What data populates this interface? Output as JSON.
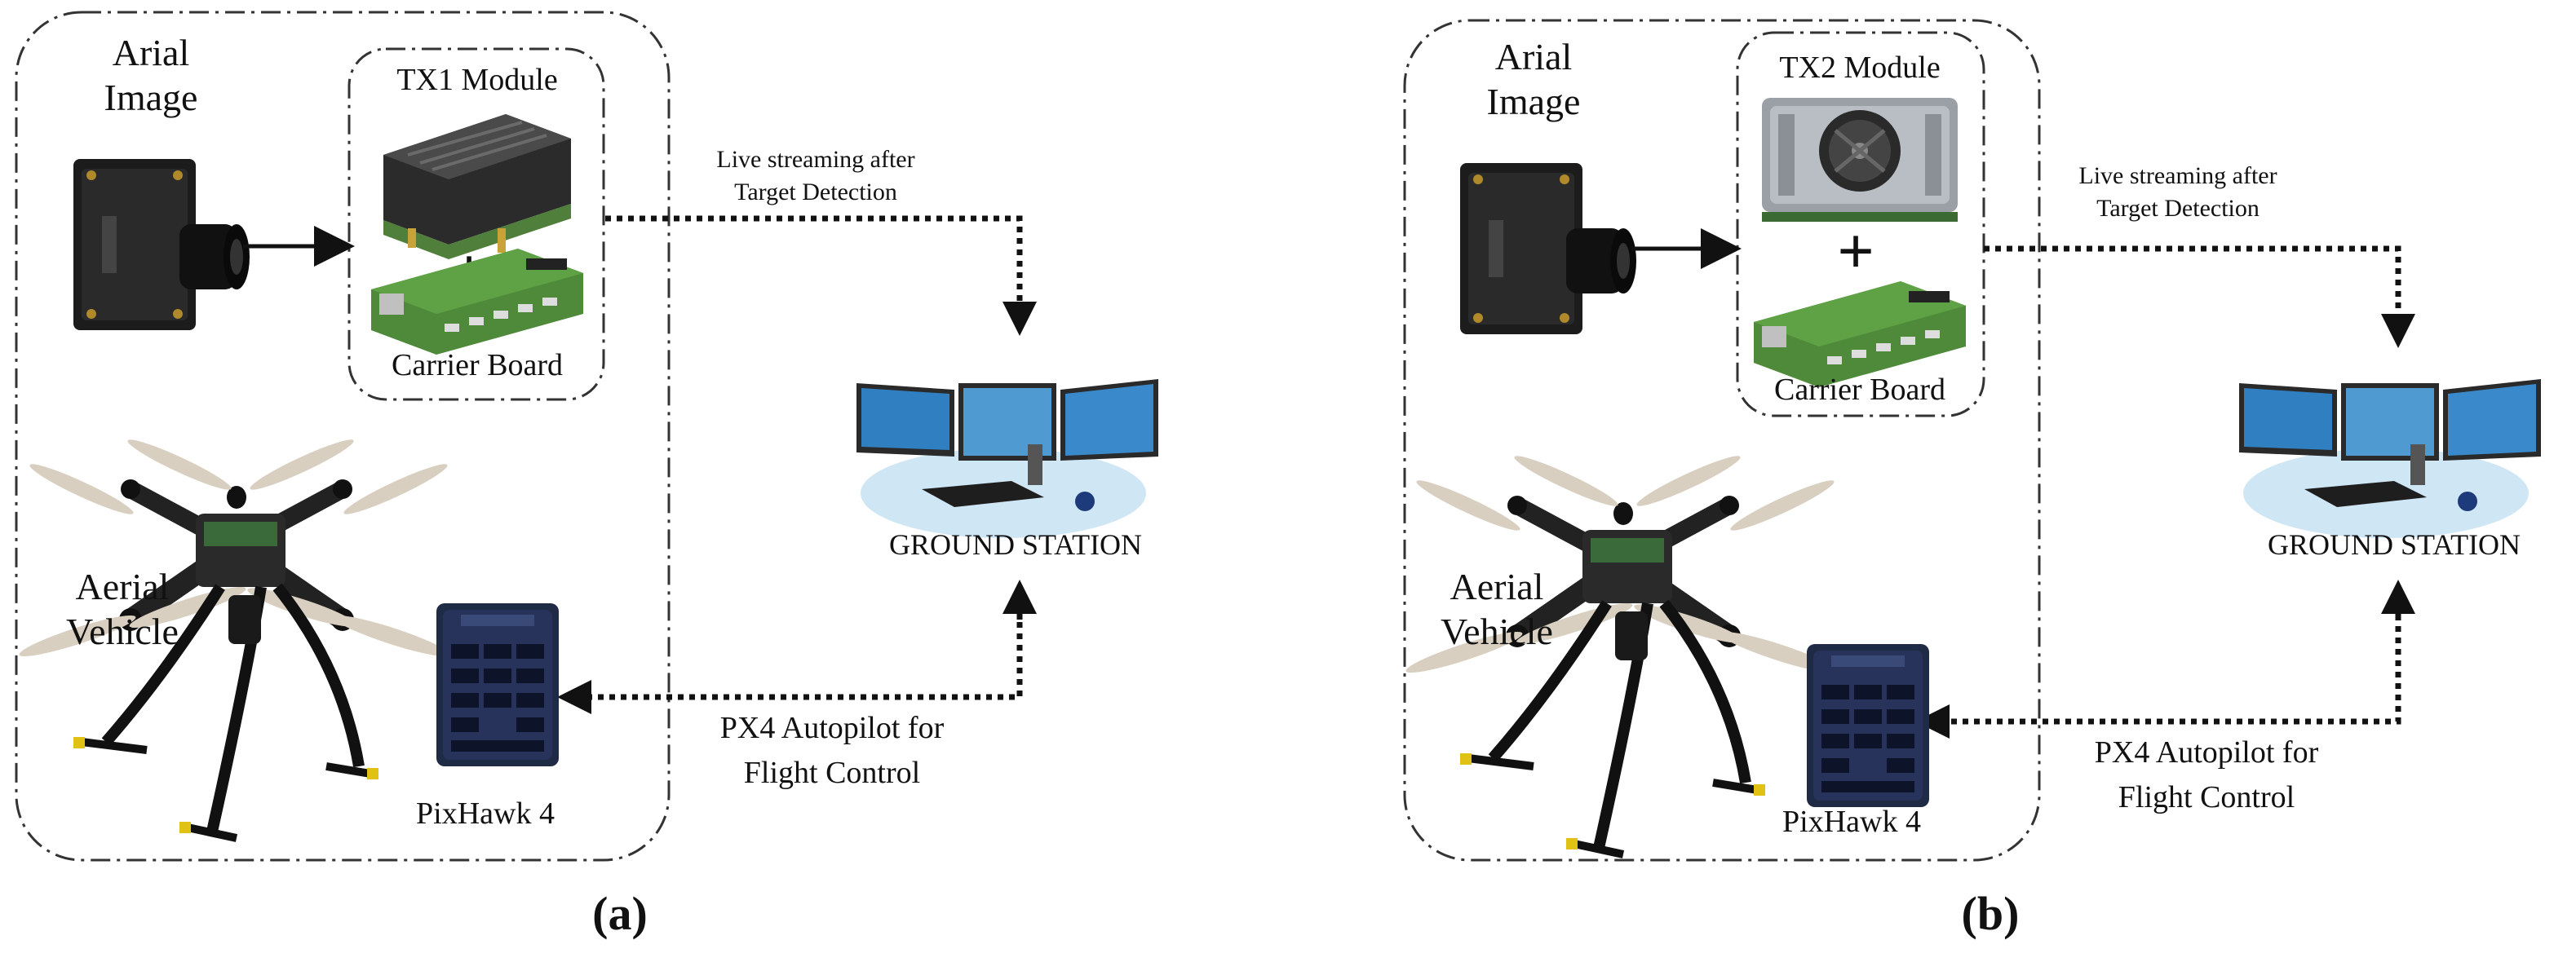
{
  "panels": [
    {
      "id": "a",
      "arial_image_line1": "Arial",
      "arial_image_line2": "Image",
      "module_label": "TX1 Module",
      "carrier_label": "Carrier Board",
      "streaming_line1": "Live streaming after",
      "streaming_line2": "Target Detection",
      "ground_station_label": "GROUND STATION",
      "aerial_vehicle_line1": "Aerial",
      "aerial_vehicle_line2": "Vehicle",
      "pixhawk_label": "PixHawk 4",
      "autopilot_line1": "PX4 Autopilot for",
      "autopilot_line2": "Flight Control",
      "caption": "(a)"
    },
    {
      "id": "b",
      "arial_image_line1": "Arial",
      "arial_image_line2": "Image",
      "module_label": "TX2 Module",
      "carrier_label": "Carrier Board",
      "streaming_line1": "Live streaming after",
      "streaming_line2": "Target Detection",
      "ground_station_label": "GROUND STATION",
      "aerial_vehicle_line1": "Aerial",
      "aerial_vehicle_line2": "Vehicle",
      "pixhawk_label": "PixHawk 4",
      "autopilot_line1": "PX4 Autopilot for",
      "autopilot_line2": "Flight Control",
      "caption": "(b)"
    }
  ]
}
